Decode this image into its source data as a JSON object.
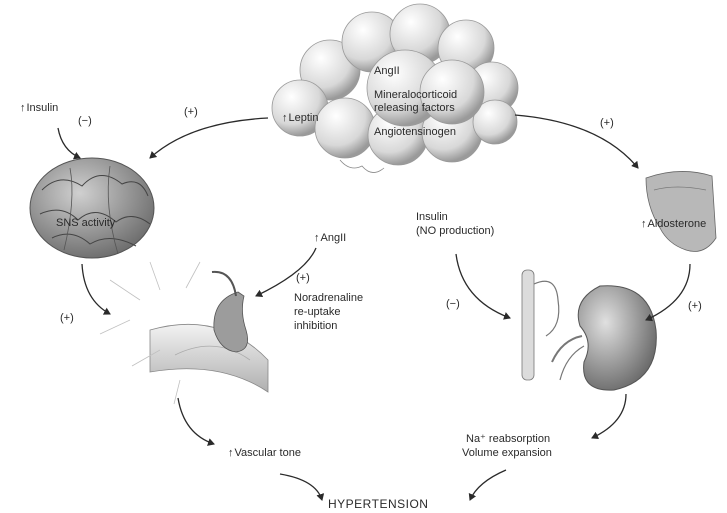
{
  "adipose": {
    "leptin": "Leptin",
    "angii": "AngII",
    "mineralocorticoid": "Mineralocorticoid",
    "releasing_factors": "releasing factors",
    "angiotensinogen": "Angiotensinogen"
  },
  "insulin_top": "Insulin",
  "insulin_sign": "(−)",
  "plus_left": "(+)",
  "plus_right": "(+)",
  "brain": {
    "label": "SNS activity"
  },
  "sns_sign": "(+)",
  "angii_mid": "AngII",
  "angii_sign": "(+)",
  "noradrenaline": {
    "line1": "Noradrenaline",
    "line2": "re-uptake",
    "line3": "inhibition"
  },
  "insulin_no": {
    "line1": "Insulin",
    "line2": "(NO production)"
  },
  "insulin_no_sign": "(−)",
  "aldosterone": "Aldosterone",
  "aldo_sign": "(+)",
  "vascular": "Vascular tone",
  "na": {
    "line1": "Na⁺ reabsorption",
    "line2": "Volume expansion"
  },
  "hypertension": "HYPERTENSION",
  "colors": {
    "ink": "#2a2a2a",
    "organ_light": "#e8e8e8",
    "organ_dark": "#8a8a8a"
  }
}
